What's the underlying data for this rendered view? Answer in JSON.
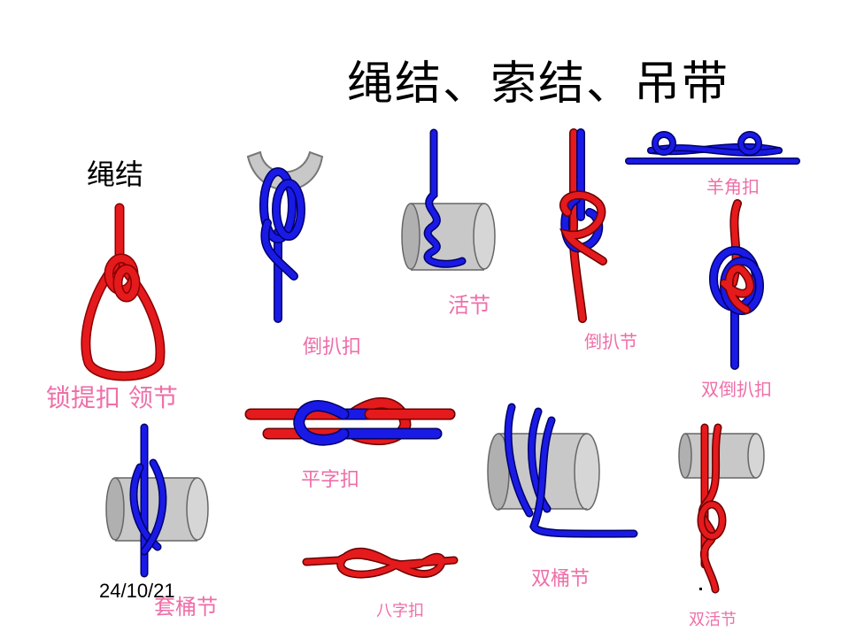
{
  "slide": {
    "title": "绳结、索结、吊带",
    "subtitle": "绳结",
    "date": "24/10/21"
  },
  "colors": {
    "rope_red": "#e41a1c",
    "rope_blue": "#1a1ae6",
    "label_pink": "#ee6fa8",
    "cylinder_gray": "#c8c8c8"
  },
  "knots": [
    {
      "label": "锁提扣  领节",
      "rope": "red",
      "icon": "bowline-loop-knot-icon"
    },
    {
      "label": "倒扒扣",
      "rope": "blue",
      "icon": "clove-hitch-on-ring-icon"
    },
    {
      "label": "活节",
      "rope": "blue",
      "icon": "slip-knot-on-cylinder-icon"
    },
    {
      "label": "倒扒节",
      "rope": "red-blue",
      "icon": "reversed-hitch-knot-icon"
    },
    {
      "label": "羊角扣",
      "rope": "blue",
      "icon": "sheepshank-knot-icon"
    },
    {
      "label": "双倒扒扣",
      "rope": "red-blue",
      "icon": "double-reversed-hitch-icon"
    },
    {
      "label": "平字扣",
      "rope": "red-blue",
      "icon": "reef-knot-icon"
    },
    {
      "label": "套桶节",
      "rope": "blue",
      "icon": "barrel-hitch-icon"
    },
    {
      "label": "双桶节",
      "rope": "blue",
      "icon": "double-barrel-hitch-icon"
    },
    {
      "label": "八字扣",
      "rope": "red",
      "icon": "figure-eight-knot-icon"
    },
    {
      "label": "双活节",
      "rope": "red",
      "icon": "double-slip-knot-icon"
    }
  ]
}
